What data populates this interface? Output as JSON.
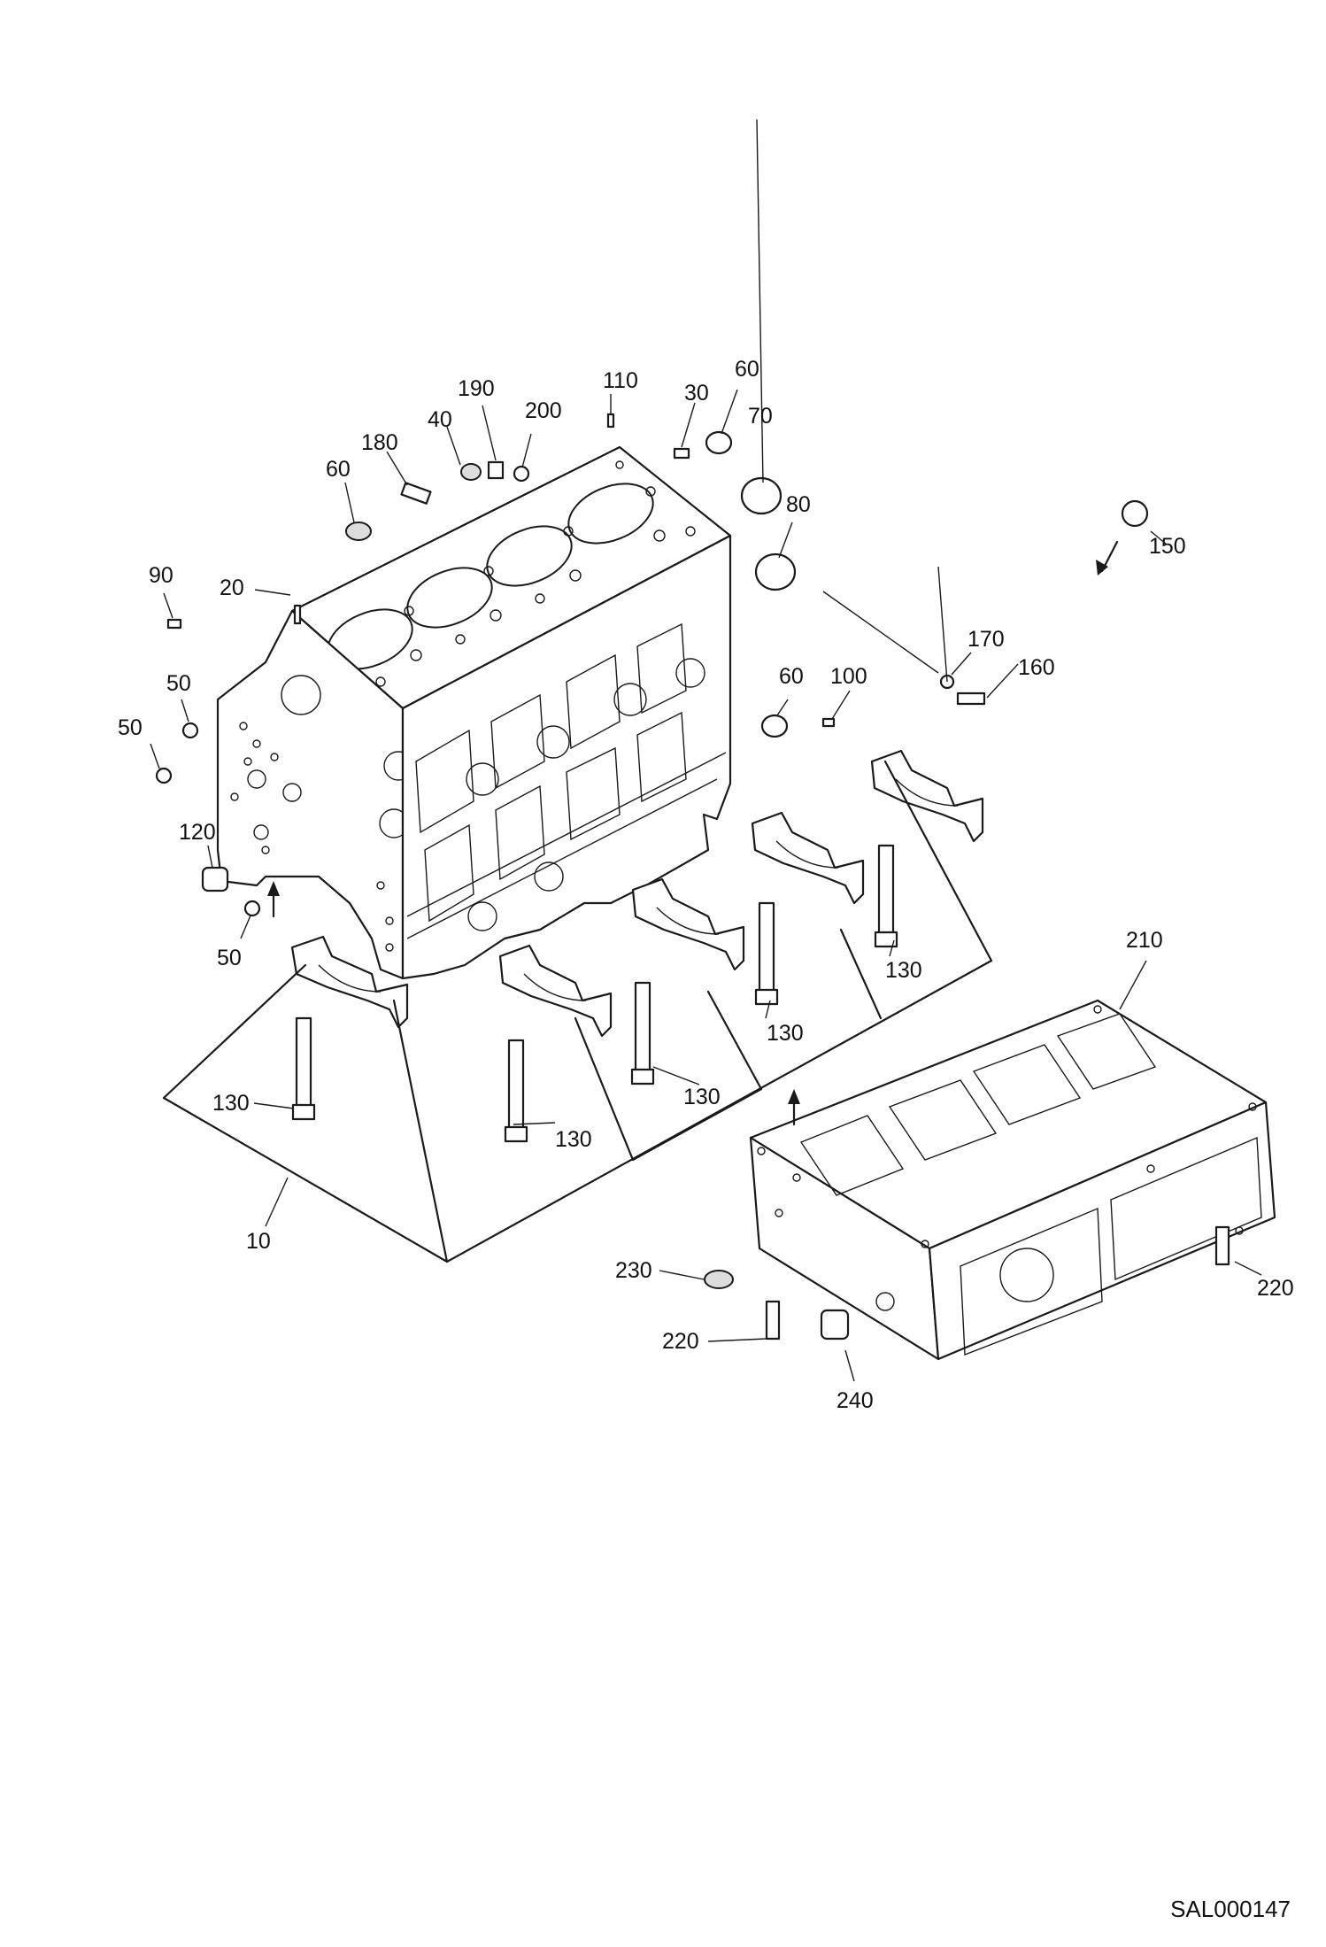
{
  "drawing": {
    "id_code": "SAL000147",
    "callouts": [
      {
        "key": "c110",
        "text": "110"
      },
      {
        "key": "c190",
        "text": "190"
      },
      {
        "key": "c200",
        "text": "200"
      },
      {
        "key": "c30",
        "text": "30"
      },
      {
        "key": "c60a",
        "text": "60"
      },
      {
        "key": "c70",
        "text": "70"
      },
      {
        "key": "c40",
        "text": "40"
      },
      {
        "key": "c180",
        "text": "180"
      },
      {
        "key": "c60b",
        "text": "60"
      },
      {
        "key": "c80",
        "text": "80"
      },
      {
        "key": "c150",
        "text": "150"
      },
      {
        "key": "c90",
        "text": "90"
      },
      {
        "key": "c20",
        "text": "20"
      },
      {
        "key": "c50a",
        "text": "50"
      },
      {
        "key": "c50b",
        "text": "50"
      },
      {
        "key": "c170",
        "text": "170"
      },
      {
        "key": "c160",
        "text": "160"
      },
      {
        "key": "c60c",
        "text": "60"
      },
      {
        "key": "c100",
        "text": "100"
      },
      {
        "key": "c120",
        "text": "120"
      },
      {
        "key": "c50c",
        "text": "50"
      },
      {
        "key": "c210",
        "text": "210"
      },
      {
        "key": "c130a",
        "text": "130"
      },
      {
        "key": "c130b",
        "text": "130"
      },
      {
        "key": "c130c",
        "text": "130"
      },
      {
        "key": "c130d",
        "text": "130"
      },
      {
        "key": "c130e",
        "text": "130"
      },
      {
        "key": "c10",
        "text": "10"
      },
      {
        "key": "c230",
        "text": "230"
      },
      {
        "key": "c220a",
        "text": "220"
      },
      {
        "key": "c220b",
        "text": "220"
      },
      {
        "key": "c240",
        "text": "240"
      }
    ]
  }
}
